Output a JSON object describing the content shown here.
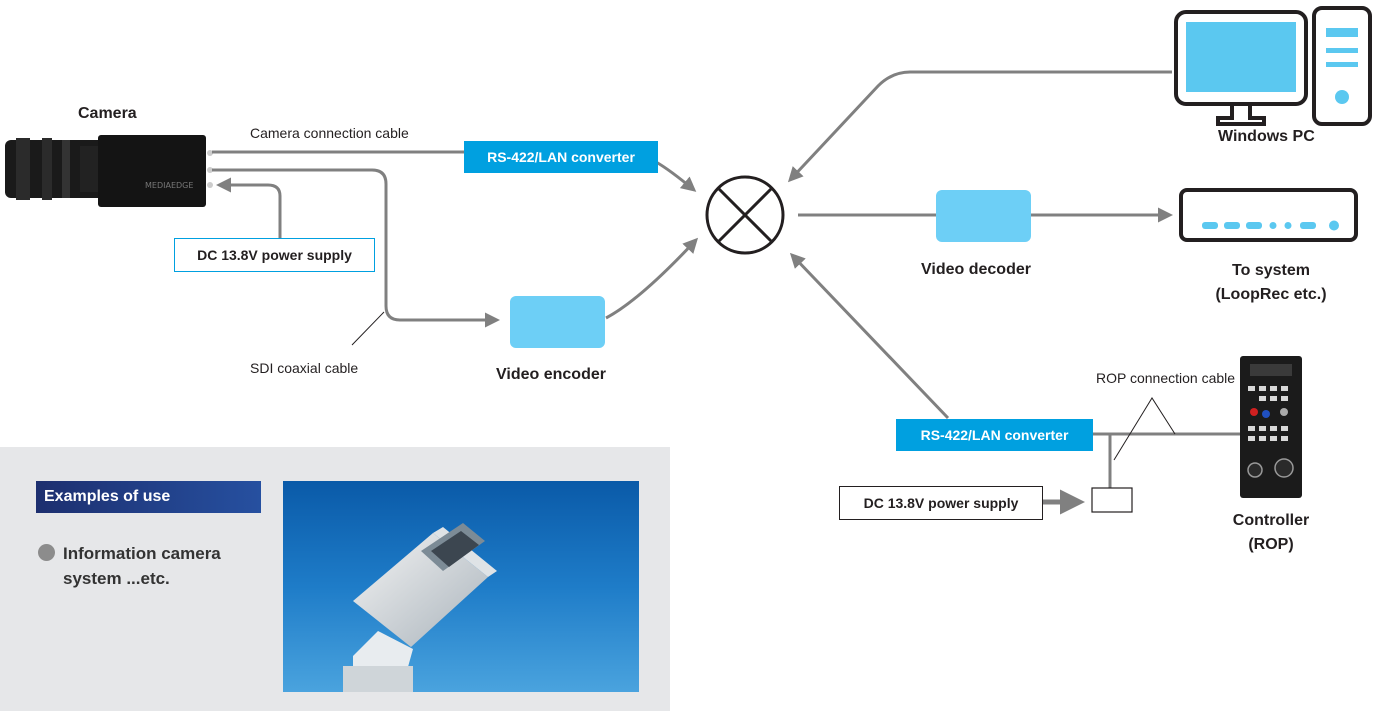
{
  "labels": {
    "camera": "Camera",
    "camera_cable": "Camera connection cable",
    "rs422_top": "RS-422/LAN converter",
    "power_top": "DC 13.8V power supply",
    "sdi_cable": "SDI coaxial cable",
    "video_encoder": "Video encoder",
    "windows_pc": "Windows PC",
    "video_decoder": "Video decoder",
    "to_system_1": "To system",
    "to_system_2": "(LoopRec etc.)",
    "rop_cable": "ROP connection cable",
    "rs422_bottom": "RS-422/LAN converter",
    "power_bottom": "DC 13.8V power supply",
    "controller_1": "Controller",
    "controller_2": "(ROP)",
    "camera_brand": "MEDIAEDGE"
  },
  "examples": {
    "header": "Examples of use",
    "item_line1": "Information camera",
    "item_line2": "system ...etc."
  },
  "colors": {
    "line": "#808080",
    "converter": "#00a0e0",
    "block": "#6dcff6",
    "power_border_top": "#00a0e0",
    "panel": "#e6e7e9"
  }
}
